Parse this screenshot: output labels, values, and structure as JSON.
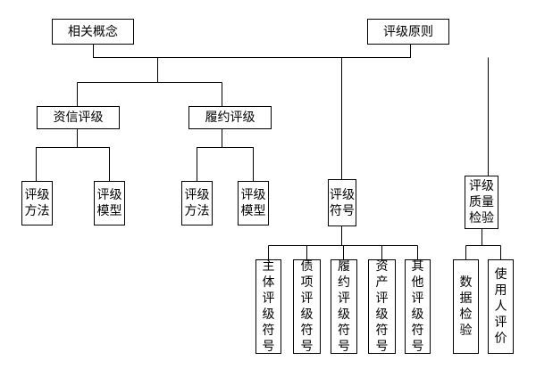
{
  "nodes": {
    "related_concepts": "相关概念",
    "rating_principles": "评级原则",
    "credit_rating": "资信评级",
    "performance_rating": "履约评级",
    "credit_method": "评级\n方法",
    "credit_model": "评级\n模型",
    "perf_method": "评级\n方法",
    "perf_model": "评级\n模型",
    "rating_symbols": "评级\n符号",
    "rating_quality_check": "评级\n质量\n检验",
    "entity_symbols": "主\n体\n评\n级\n符\n号",
    "debt_symbols": "债\n项\n评\n级\n符\n号",
    "performance_symbols": "履\n约\n评\n级\n符\n号",
    "asset_symbols": "资\n产\n评\n级\n符\n号",
    "other_symbols": "其\n他\n评\n级\n符\n号",
    "data_check": "数\n据\n检\n验",
    "user_evaluation": "使\n用\n人\n评\n价"
  }
}
